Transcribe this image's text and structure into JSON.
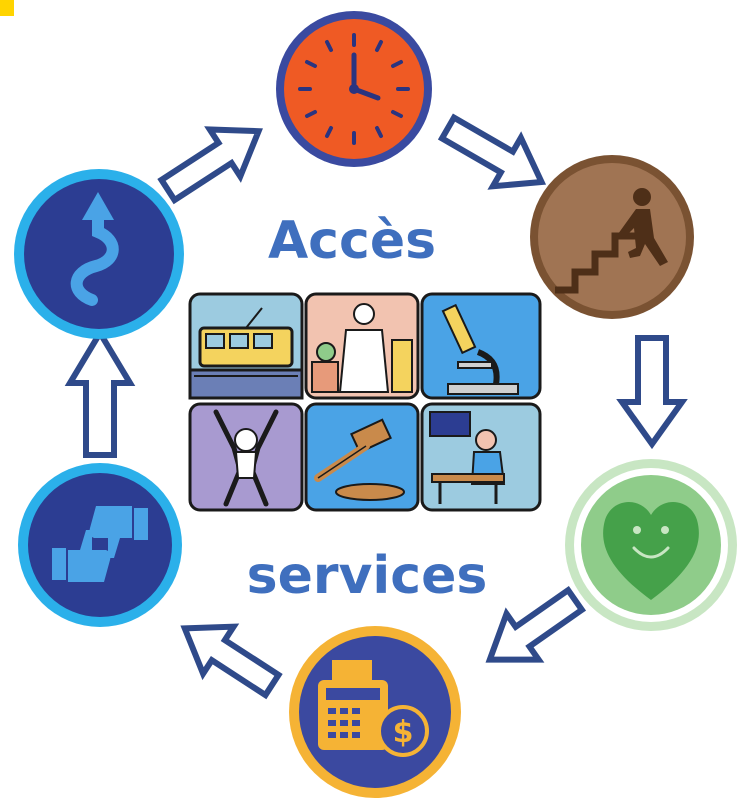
{
  "title_top": "Accès",
  "title_bottom": "services",
  "colors": {
    "arrow_stroke": "#2f4a8a",
    "clock_fill": "#ef5a24",
    "clock_ring": "#3a4aa0",
    "stairs_fill": "#a07453",
    "stairs_ring": "#7a5232",
    "heart_fill": "#8fcc8a",
    "heart_ring": "#c8e6c3",
    "payment_fill": "#3b49a0",
    "payment_ring": "#f5b335",
    "thumbs_fill": "#2c3d92",
    "thumbs_ring": "#2bb0ea",
    "path_fill": "#2c3d92",
    "path_ring": "#2bb0ea",
    "corner_accent": "#ffd400"
  },
  "nodes": [
    {
      "id": "clock",
      "icon": "clock-icon"
    },
    {
      "id": "stairs",
      "icon": "person-climbing-stairs-icon"
    },
    {
      "id": "heart",
      "icon": "smiling-heart-icon"
    },
    {
      "id": "payment",
      "icon": "payment-terminal-dollar-icon"
    },
    {
      "id": "thumbs",
      "icon": "thumbs-up-down-icon"
    },
    {
      "id": "path",
      "icon": "winding-path-arrow-icon"
    }
  ],
  "center_panels": [
    {
      "icon": "tram-icon"
    },
    {
      "icon": "doctor-icon"
    },
    {
      "icon": "microscope-icon"
    },
    {
      "icon": "person-raising-arms-icon"
    },
    {
      "icon": "gavel-icon"
    },
    {
      "icon": "student-at-desk-icon"
    }
  ]
}
